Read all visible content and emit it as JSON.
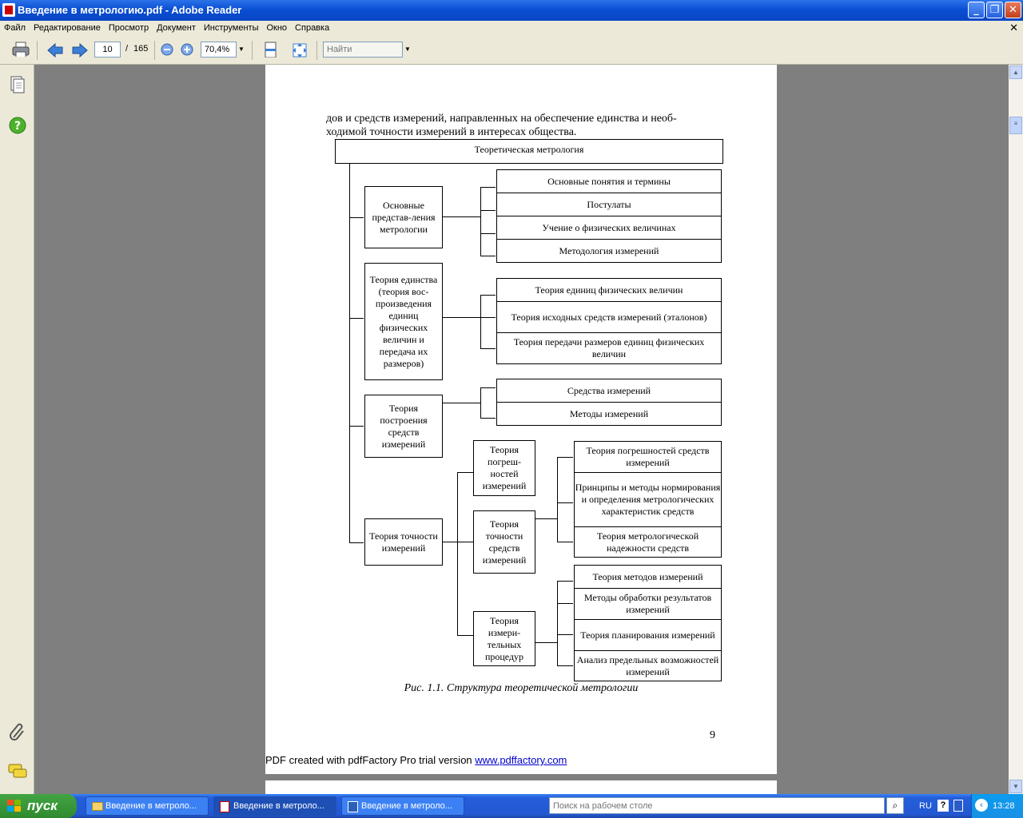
{
  "window": {
    "title": "Введение в метрологию.pdf - Adobe Reader"
  },
  "menu": [
    "Файл",
    "Редактирование",
    "Просмотр",
    "Документ",
    "Инструменты",
    "Окно",
    "Справка"
  ],
  "toolbar": {
    "page_current": "10",
    "page_sep": "/",
    "page_total": "165",
    "zoom": "70,4%",
    "find_placeholder": "Найти"
  },
  "document": {
    "text_line1": "дов и средств измерений, направленных на обеспечение единства и необ-",
    "text_line2": "ходимой точности измерений в интересах общества.",
    "diagram": {
      "root": "Теоретическая метрология",
      "b1": "Основные представ-ления метрологии",
      "b1_items": [
        "Основные понятия и термины",
        "Постулаты",
        "Учение о физических величинах",
        "Методология измерений"
      ],
      "b2": "Теория единства (теория вос-произведения единиц физических величин и передача их размеров)",
      "b2_items": [
        "Теория единиц физических величин",
        "Теория исходных средств измерений (эталонов)",
        "Теория передачи размеров единиц физических величин"
      ],
      "b3": "Теория построения средств измерений",
      "b3_items": [
        "Средства измерений",
        "Методы измерений"
      ],
      "b4": "Теория точности измерений",
      "b4_sub": [
        "Теория погреш-ностей измерений",
        "Теория точности средств измерений",
        "Теория измери-тельных процедур"
      ],
      "b4_items_a": [
        "Теория погрешностей средств измерений",
        "Принципы и методы нормирования и определения метрологических характеристик средств",
        "Теория метрологической надежности средств"
      ],
      "b4_items_b": [
        "Теория методов измерений",
        "Методы обработки результатов измерений",
        "Теория планирования измерений",
        "Анализ предельных возможностей измерений"
      ]
    },
    "caption": "Рис. 1.1. Структура теоретической метрологии",
    "page_number": "9",
    "footer_text": "PDF created with pdfFactory Pro trial version ",
    "footer_link": "www.pdffactory.com "
  },
  "taskbar": {
    "start": "пуск",
    "tasks": [
      "Введение в метроло...",
      "Введение в метроло...",
      "Введение в метроло..."
    ],
    "search_placeholder": "Поиск на рабочем столе",
    "lang": "RU",
    "clock": "13:28"
  }
}
